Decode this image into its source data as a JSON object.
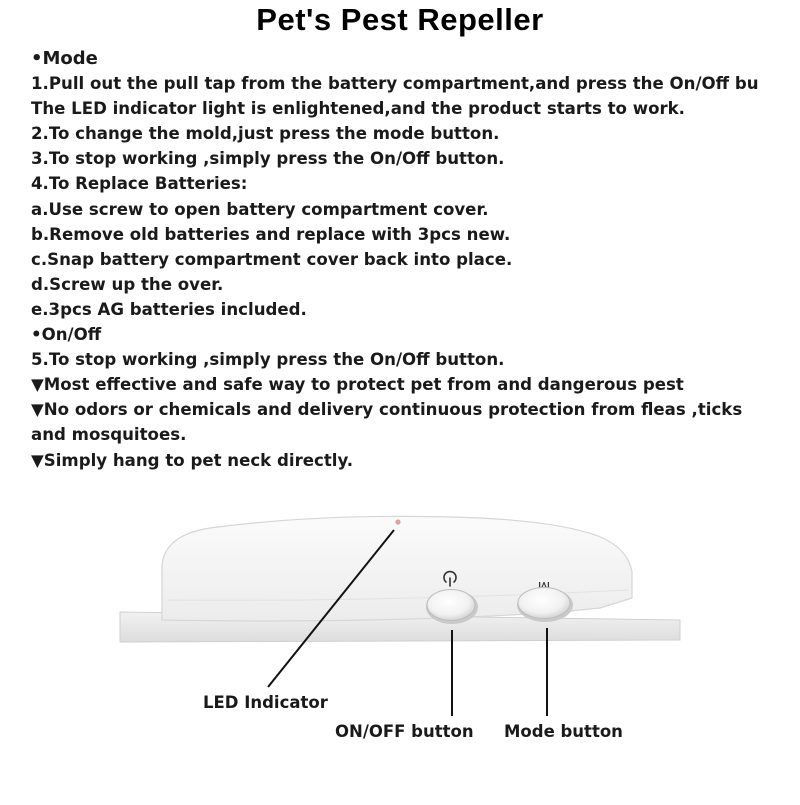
{
  "title": "Pet's Pest Repeller",
  "lines": [
    {
      "text": "•Mode",
      "kind": "heading"
    },
    {
      "text": "1.Pull out the pull tap from the battery compartment,and press the On/Off bu",
      "kind": "item"
    },
    {
      "text": "The LED indicator light is enlightened,and the product starts to work.",
      "kind": "item"
    },
    {
      "text": "2.To change the mold,just press the mode button.",
      "kind": "item"
    },
    {
      "text": "3.To stop working ,simply press the On/Off button.",
      "kind": "item"
    },
    {
      "text": "4.To Replace Batteries:",
      "kind": "item"
    },
    {
      "text": "a.Use screw to open battery compartment cover.",
      "kind": "item"
    },
    {
      "text": "b.Remove old batteries and replace with 3pcs new.",
      "kind": "item"
    },
    {
      "text": "c.Snap battery compartment cover back into place.",
      "kind": "item"
    },
    {
      "text": "d.Screw up the over.",
      "kind": "item"
    },
    {
      "text": "e.3pcs AG batteries included.",
      "kind": "item"
    },
    {
      "text": "•On/Off",
      "kind": "item"
    },
    {
      "text": "5.To stop working ,simply press the On/Off button.",
      "kind": "item"
    },
    {
      "text": "▼Most effective and safe way to protect pet from and dangerous pest",
      "kind": "item"
    },
    {
      "text": "▼No odors or chemicals and delivery continuous protection from fleas ,ticks",
      "kind": "item"
    },
    {
      "text": "and mosquitoes.",
      "kind": "item"
    },
    {
      "text": "▼Simply hang to pet neck directly.",
      "kind": "item"
    }
  ],
  "diagram": {
    "led_label": "LED Indicator",
    "onoff_label": "ON/OFF button",
    "mode_label": "Mode button",
    "mode_button_mark": "M",
    "power_icon": "power-icon"
  }
}
